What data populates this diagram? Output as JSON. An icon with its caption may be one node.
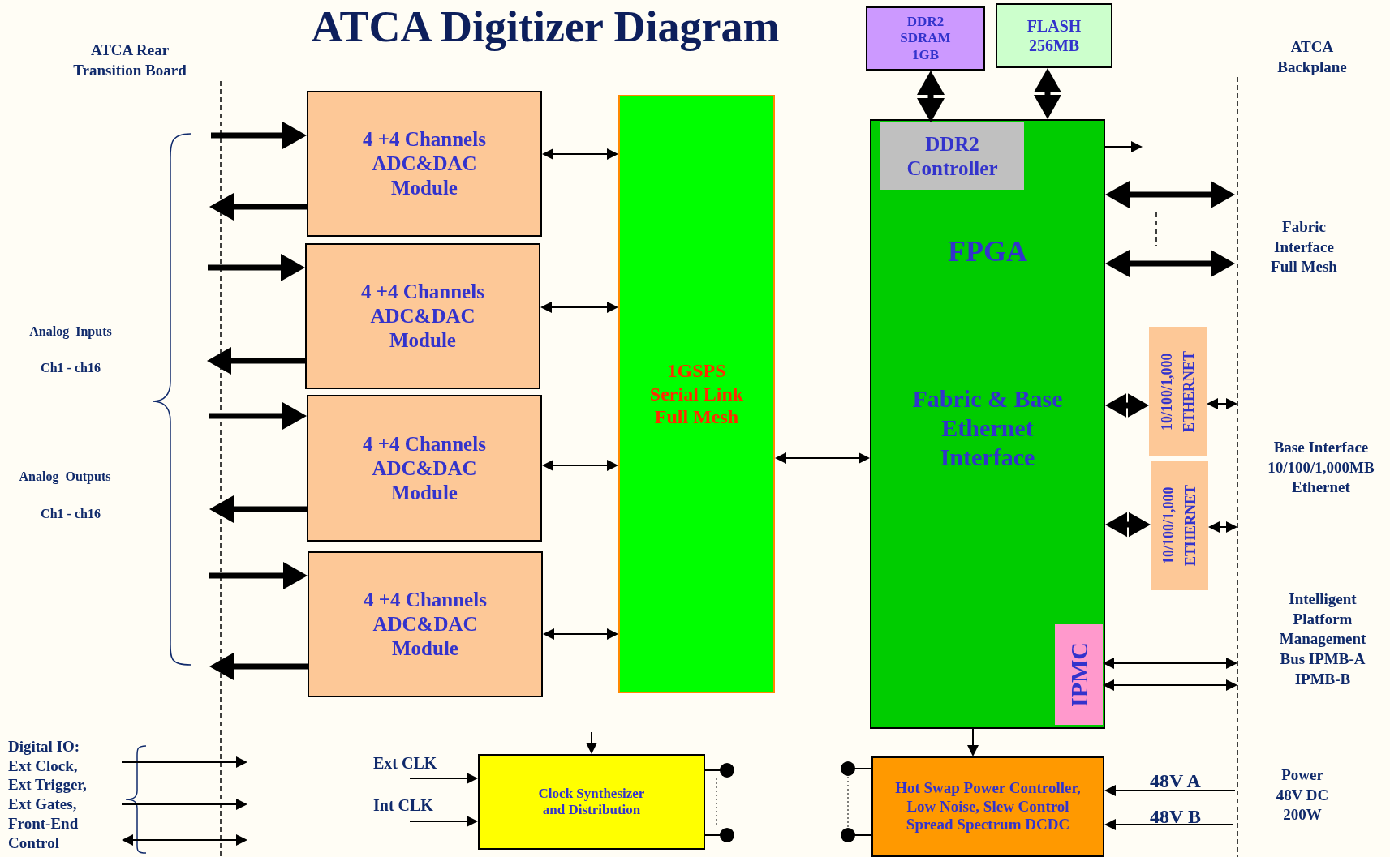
{
  "diagram": {
    "title": "ATCA Digitizer Diagram",
    "nodes": [
      {
        "text": [
          "4 +4  Channels ADC&DAC Module"
        ]
      },
      {
        "text": [
          "4 +4  Channels ADC&DAC Module"
        ]
      },
      {
        "text": [
          "4 +4  Channels ADC&DAC Module"
        ]
      },
      {
        "text": [
          "4 +4  Channels ADC&DAC Module"
        ]
      },
      {
        "text": [
          "1GSPS Serial Link Full Mesh"
        ]
      },
      {
        "text": [
          "DDR2 SDRAM 1GB"
        ]
      },
      {
        "text": [
          "FLASH 256MB"
        ]
      },
      {
        "text": [
          "FPGA",
          "Fabric & Base Ethernet Interface"
        ]
      },
      {
        "text": [
          "DDR2 Controller"
        ],
        "in": 7
      },
      {
        "text": [
          "IPMC"
        ],
        "in": 7
      },
      {
        "text": [
          "10/100/1,000 ETHERNET"
        ]
      },
      {
        "text": [
          "10/100/1,000 ETHERNET"
        ]
      },
      {
        "text": [
          "Clock Synthesizer and Distribution"
        ]
      },
      {
        "text": [
          "Hot Swap Power Controller, Low Noise, Slew Control Spread Spectrum DCDC"
        ]
      },
      {
        "text": [
          "Digital IO: Ext Clock, Ext Trigger, Ext Gates, Front-End Control"
        ]
      }
    ],
    "edges": [
      {
        "from": null,
        "to": 0,
        "arrow": "to",
        "style": "thick"
      },
      {
        "from": 0,
        "to": null,
        "arrow": "to",
        "style": "thick"
      },
      {
        "from": null,
        "to": 1,
        "arrow": "to",
        "style": "thick"
      },
      {
        "from": 1,
        "to": null,
        "arrow": "to",
        "style": "thick"
      },
      {
        "from": null,
        "to": 2,
        "arrow": "to",
        "style": "thick"
      },
      {
        "from": 2,
        "to": null,
        "arrow": "to",
        "style": "thick"
      },
      {
        "from": null,
        "to": 3,
        "arrow": "to",
        "style": "thick"
      },
      {
        "from": 3,
        "to": null,
        "arrow": "to",
        "style": "thick"
      },
      {
        "from": 0,
        "to": 4,
        "arrow": "both"
      },
      {
        "from": 1,
        "to": 4,
        "arrow": "both"
      },
      {
        "from": 2,
        "to": 4,
        "arrow": "both"
      },
      {
        "from": 3,
        "to": 4,
        "arrow": "both"
      },
      {
        "from": 4,
        "to": 7,
        "arrow": "both"
      },
      {
        "from": 5,
        "to": 8,
        "arrow": "both",
        "style": "thick"
      },
      {
        "from": 6,
        "to": 7,
        "arrow": "both",
        "style": "thick"
      },
      {
        "from": 7,
        "to": null,
        "arrow": "to"
      },
      {
        "from": 7,
        "to": null,
        "arrow": "both",
        "style": "thick"
      },
      {
        "from": 7,
        "to": null,
        "arrow": "both",
        "style": "thick"
      },
      {
        "from": 7,
        "to": 10,
        "arrow": "both",
        "style": "thick"
      },
      {
        "from": 10,
        "to": null,
        "arrow": "both"
      },
      {
        "from": 7,
        "to": 11,
        "arrow": "both",
        "style": "thick"
      },
      {
        "from": 11,
        "to": null,
        "arrow": "both"
      },
      {
        "from": 9,
        "to": null,
        "arrow": "both"
      },
      {
        "from": 9,
        "to": null,
        "arrow": "both"
      },
      {
        "from": 7,
        "to": 13,
        "arrow": "to"
      },
      {
        "from": null,
        "to": 13,
        "arrow": "to",
        "label": "48V A"
      },
      {
        "from": null,
        "to": 13,
        "arrow": "to",
        "label": "48V B"
      },
      {
        "from": null,
        "to": 12,
        "arrow": "to"
      },
      {
        "from": null,
        "to": 12,
        "arrow": "to",
        "label": "Ext CLK"
      },
      {
        "from": null,
        "to": 12,
        "arrow": "to",
        "label": "Int CLK"
      },
      {
        "from": 12,
        "to": null,
        "arrow": "other"
      },
      {
        "from": 12,
        "to": null,
        "arrow": "other"
      },
      {
        "from": 13,
        "to": null,
        "arrow": "other"
      },
      {
        "from": 13,
        "to": null,
        "arrow": "other"
      },
      {
        "from": 14,
        "to": null,
        "arrow": "to"
      },
      {
        "from": 14,
        "to": null,
        "arrow": "to"
      },
      {
        "from": 14,
        "to": null,
        "arrow": "both"
      }
    ],
    "labels": [
      "ATCA Rear Transition Board",
      "ATCA Backplane",
      "Fabric Interface Full Mesh",
      "Analog  Inputs",
      "Ch1 - ch16",
      "Analog  Outputs",
      "Ch1 - ch16",
      "Base Interface 10/100/1,000MB Ethernet",
      "Intelligent Platform Management Bus IPMB-A IPMB-B",
      "Power 48V DC 200W"
    ]
  }
}
